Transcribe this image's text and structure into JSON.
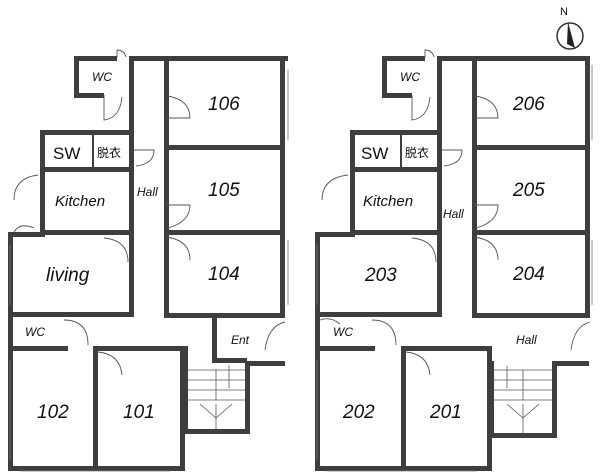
{
  "compass": {
    "label": "N",
    "icon": "north-arrow-icon"
  },
  "left_unit": {
    "rooms": {
      "r106": "106",
      "r105": "105",
      "r104": "104",
      "r102": "102",
      "r101": "101",
      "living": "living",
      "kitchen": "Kitchen",
      "sw": "SW",
      "datsui": "脱衣",
      "wc_top": "WC",
      "wc_bottom": "WC",
      "hall": "Hall",
      "ent": "Ent"
    }
  },
  "right_unit": {
    "rooms": {
      "r206": "206",
      "r205": "205",
      "r204": "204",
      "r203": "203",
      "r202": "202",
      "r201": "201",
      "kitchen": "Kitchen",
      "sw": "SW",
      "datsui": "脱衣",
      "wc_top": "WC",
      "wc_bottom": "WC",
      "hall": "Hall",
      "hall2": "Hall"
    }
  },
  "colors": {
    "wall": "#3e3e3e",
    "background": "#ffffff"
  }
}
